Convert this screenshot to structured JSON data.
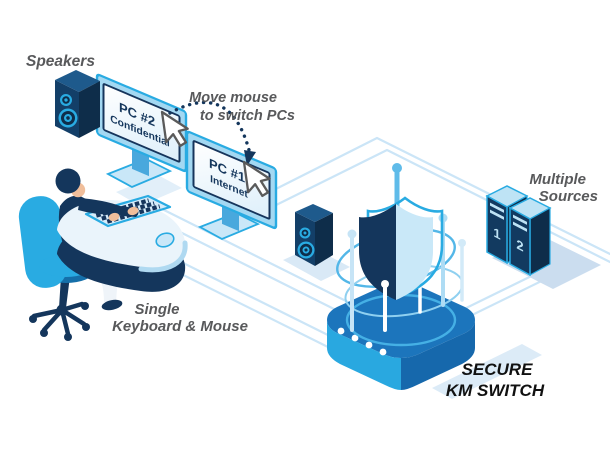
{
  "labels": {
    "speakers": "Speakers",
    "move_mouse": {
      "line1": "Move mouse",
      "line2": "to switch PCs"
    },
    "keyboard_mouse": {
      "line1": "Single",
      "line2": "Keyboard & Mouse"
    },
    "sources": {
      "line1": "Multiple",
      "line2": "Sources"
    },
    "switch": {
      "line1": "SECURE",
      "line2": "KM SWITCH"
    }
  },
  "monitors": {
    "pc2": {
      "title": "PC #2",
      "subtitle": "Confidential"
    },
    "pc1": {
      "title": "PC #1",
      "subtitle": "Internet"
    }
  },
  "servers": {
    "server1": "1",
    "server2": "2"
  },
  "colors": {
    "bright": "#29ABE2",
    "mid": "#1C75BC",
    "navy": "#14365C",
    "dark": "#0E2D4A",
    "light": "#BEE3F5",
    "pale": "#D6ECFA",
    "line": "#CBE5F7",
    "label": "#58595B",
    "black": "#111111",
    "skin": "#F0BE9B"
  }
}
